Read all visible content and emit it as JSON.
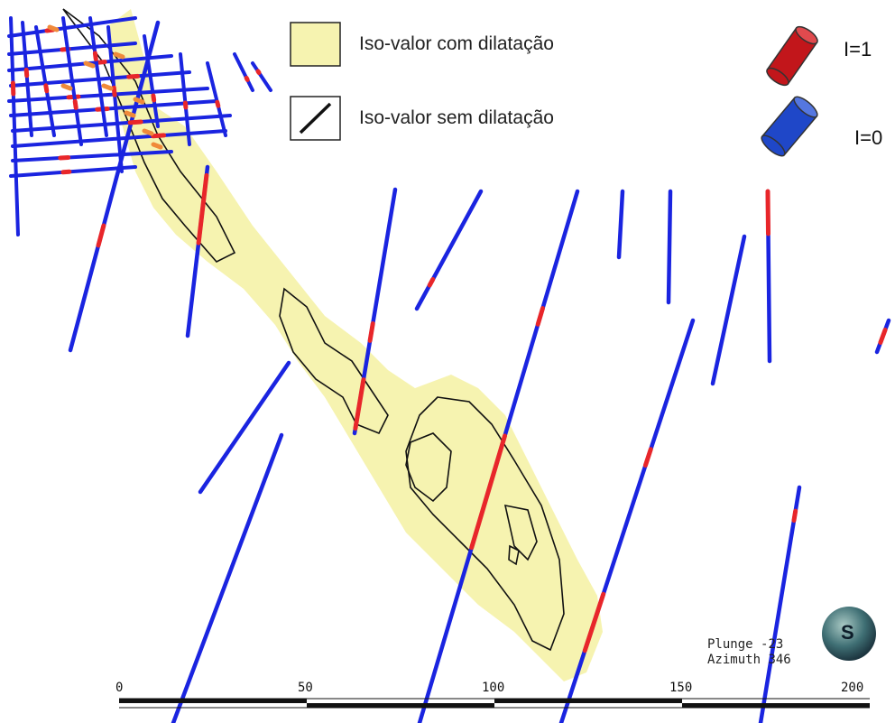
{
  "legend": {
    "dilated_label": "Iso-valor com dilatação",
    "undilated_label": "Iso-valor sem dilatação",
    "indicator_one_label": "I=1",
    "indicator_zero_label": "I=0",
    "colors": {
      "dilated_fill": "#f6f3b0",
      "undilated_line": "#111111",
      "indicator_one": "#e8262a",
      "indicator_zero": "#1a24e0"
    }
  },
  "view": {
    "plunge_label": "Plunge",
    "plunge_value": "-23",
    "azimuth_label": "Azimuth",
    "azimuth_value": "346"
  },
  "scale_bar": {
    "ticks": [
      "0",
      "50",
      "100",
      "150",
      "200"
    ]
  },
  "logo": {
    "letter": "S",
    "icon": "orientation-sphere-icon"
  }
}
